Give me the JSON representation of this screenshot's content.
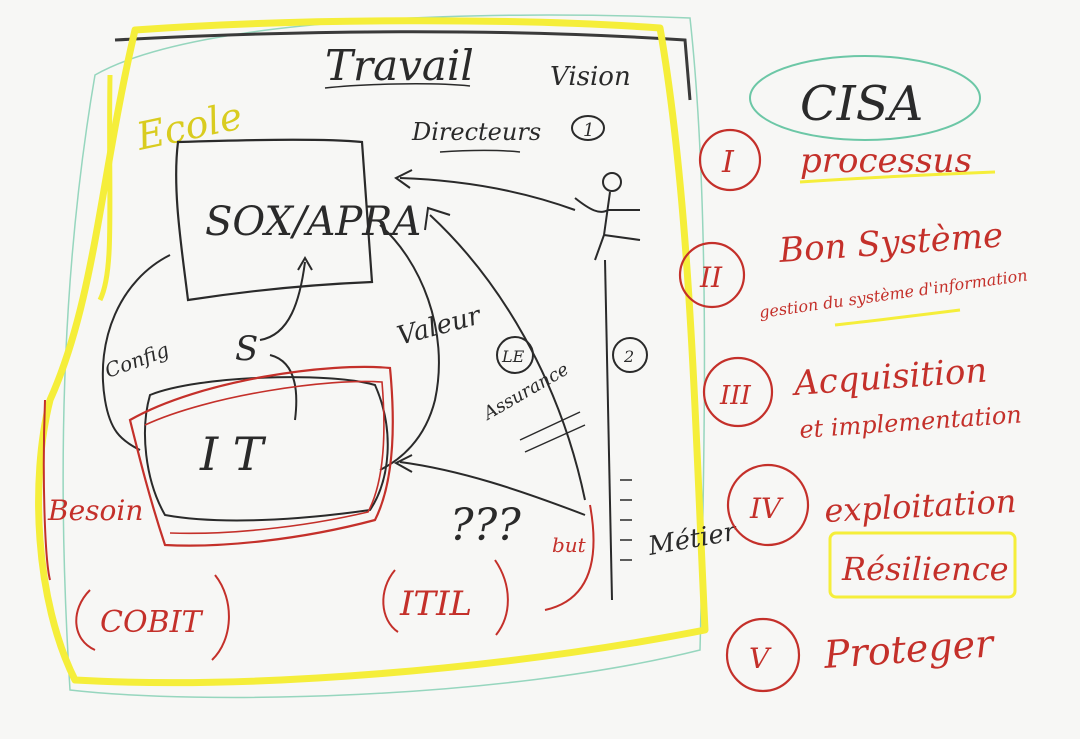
{
  "colors": {
    "paper": "#f7f7f5",
    "black_ink": "#2a2a2a",
    "red_ink": "#c4302a",
    "yellow_highlight": "#f5ee3a",
    "green_ink": "#6cc7a6",
    "dark_grey_frame": "#3a3a3a"
  },
  "main_frame": {
    "title": "Travail",
    "top_right_label": "Vision",
    "board_label": "Directeurs",
    "step_badge_top": "1",
    "central_box_label": "SOX/APRA",
    "arrow_label_left": "S",
    "arrow_label_middle": "Valeur",
    "badge_middle": "LE",
    "badge_right": "2",
    "side_label_left": "Config",
    "diagonal_label": "Assurance",
    "it_box_label": "I T",
    "question_marks": "???",
    "small_red_label": "but",
    "bottom_right_label": "Métier",
    "yellow_label_top_left": "Ecole",
    "red_left_label": "Besoin",
    "red_bracket_left": "COBIT",
    "red_bracket_middle": "ITIL"
  },
  "cisa_list": {
    "title": "CISA",
    "items": [
      {
        "numeral": "I",
        "text": "processus",
        "subtext": ""
      },
      {
        "numeral": "II",
        "text": "Bon Système",
        "subtext": "gestion du système d'information"
      },
      {
        "numeral": "III",
        "text": "Acquisition",
        "subtext": "et implementation"
      },
      {
        "numeral": "IV",
        "text": "exploitation",
        "subtext": "Résilience"
      },
      {
        "numeral": "V",
        "text": "Proteger",
        "subtext": ""
      }
    ]
  }
}
